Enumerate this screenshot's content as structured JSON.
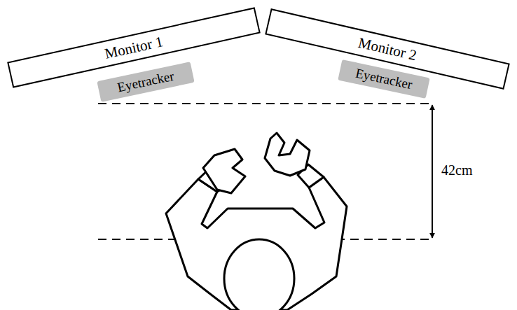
{
  "diagram": {
    "nodes": [
      {
        "text": [
          "Monitor 1"
        ]
      },
      {
        "text": [
          "Monitor 2"
        ]
      },
      {
        "text": [
          "Eyetracker"
        ]
      },
      {
        "text": [
          "Eyetracker"
        ]
      }
    ],
    "labels": [
      "42cm"
    ]
  }
}
